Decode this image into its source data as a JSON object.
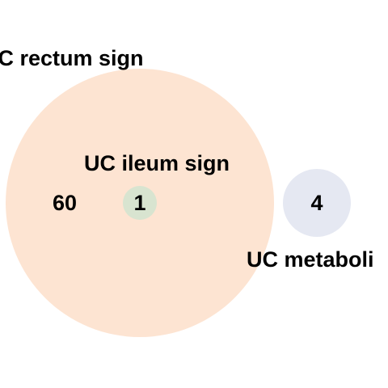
{
  "diagram": {
    "type": "venn",
    "sets": [
      {
        "id": "rectum",
        "label": "UC rectum sign",
        "color": "#fde4d2"
      },
      {
        "id": "ileum",
        "label": "UC ileum sign",
        "color": "#d8e4d0"
      },
      {
        "id": "metabolic",
        "label": "UC metaboli",
        "color": "#e5e8f2"
      }
    ],
    "regions": [
      {
        "sets": [
          "rectum"
        ],
        "count": "60"
      },
      {
        "sets": [
          "rectum",
          "ileum"
        ],
        "count": "1"
      },
      {
        "sets": [
          "metabolic"
        ],
        "count": "4"
      }
    ]
  }
}
